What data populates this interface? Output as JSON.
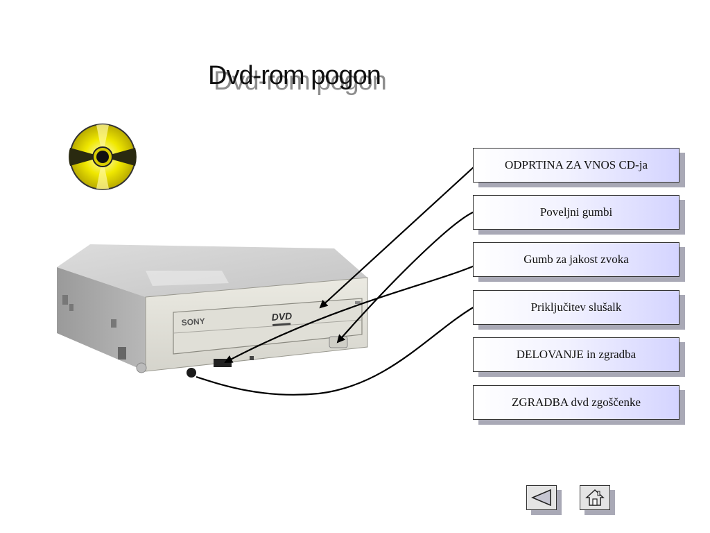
{
  "slide": {
    "title": "Dvd-rom pogon"
  },
  "drive": {
    "brand": "SONY",
    "logo": "DVD"
  },
  "labels": [
    "ODPRTINA ZA VNOS CD-ja",
    "Poveljni gumbi",
    "Gumb za jakost zvoka",
    "Priključitev slušalk",
    "DELOVANJE in zgradba",
    "ZGRADBA dvd zgoščenke"
  ],
  "icons": {
    "disc": "cd-disc-icon",
    "drive": "dvd-rom-drive-icon",
    "back": "triangle-left-icon",
    "home": "house-icon"
  },
  "colors": {
    "label_gradient_end": "#d4d4ff",
    "shadow": "#a9a9b6",
    "disc_yellow": "#e8e000"
  }
}
